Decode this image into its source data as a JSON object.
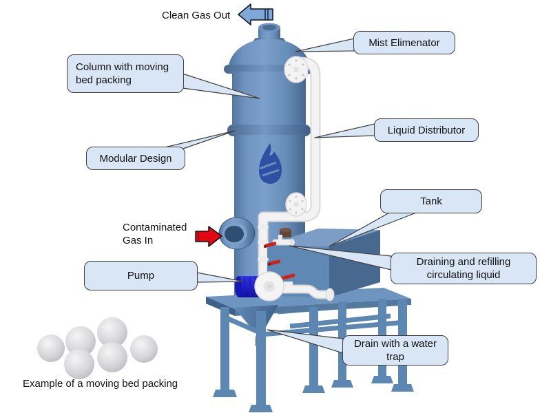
{
  "diagram": {
    "callouts": {
      "mist_eliminator": "Mist Elimenator",
      "column_packing": "Column with moving bed packing",
      "liquid_distributor": "Liquid Distributor",
      "modular_design": "Modular Design",
      "tank": "Tank",
      "draining": "Draining and refilling circulating liquid",
      "drain_trap": "Drain with a water trap",
      "pump": "Pump"
    },
    "flow_labels": {
      "clean_gas_out": "Clean Gas Out",
      "contaminated_gas_in": "Contaminated Gas In"
    },
    "caption": "Example of a moving bed packing",
    "icons": {
      "clean_gas_arrow": "left-arrow-icon",
      "contaminated_gas_arrow": "right-arrow-icon",
      "logo": "flame-logo-icon"
    },
    "colors": {
      "callout_fill": "#d9e6f5",
      "callout_border": "#3f3f3f",
      "column_blue": "#6a90bc",
      "frame_blue": "#5d87b3",
      "clean_gas_arrow_fill": "#7fa8d9",
      "contaminated_gas_arrow_fill": "#e30613",
      "pump_motor_blue": "#2222cc",
      "pipe_white": "#f1f1f1",
      "logo_blue": "#2e4fa3",
      "packing_sphere_gray": "#d9d9dc"
    }
  }
}
